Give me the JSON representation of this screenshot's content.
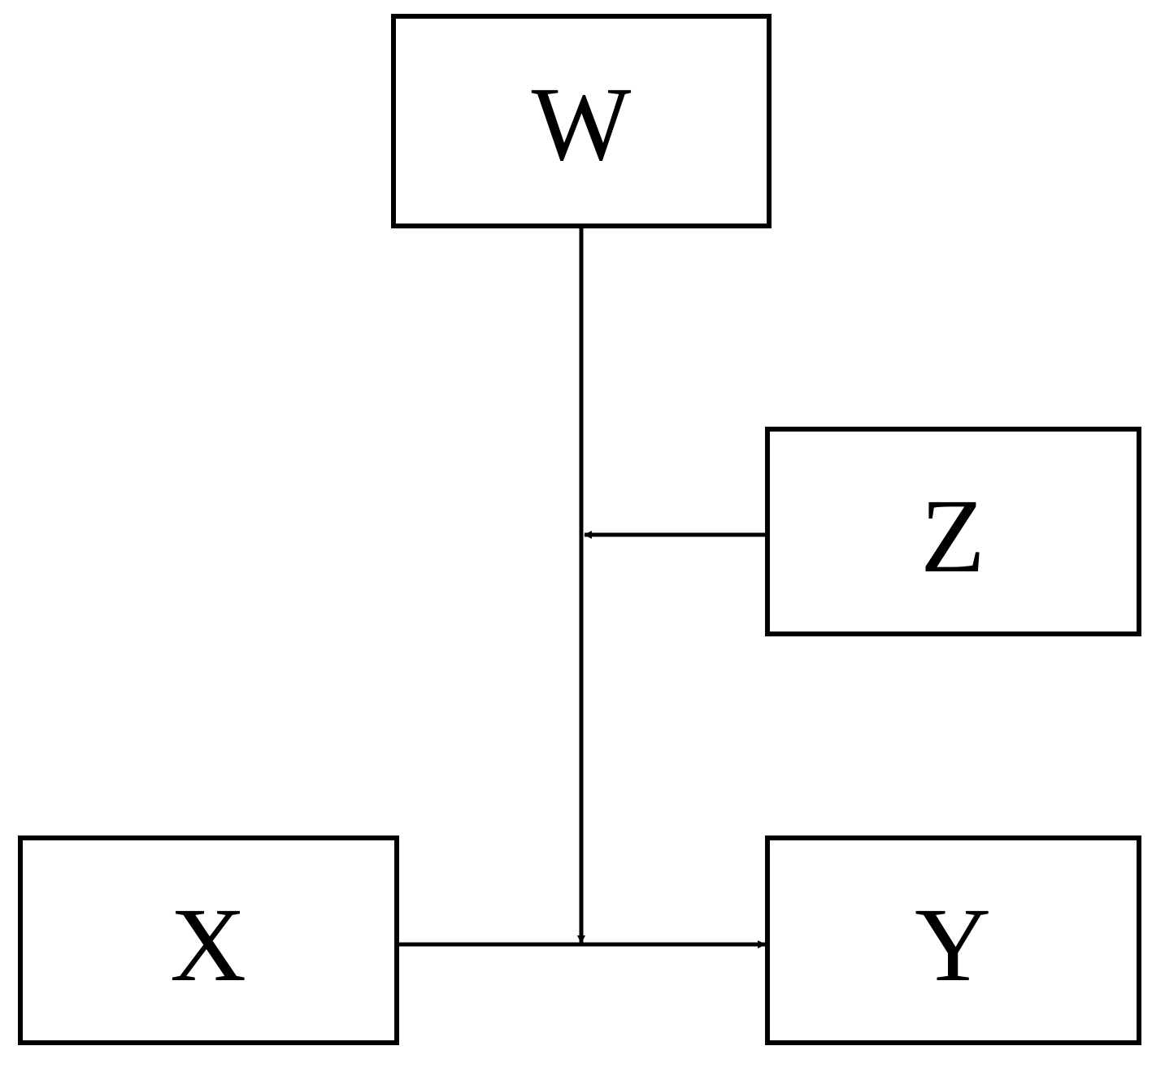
{
  "nodes": {
    "w": {
      "label": "W"
    },
    "z": {
      "label": "Z"
    },
    "x": {
      "label": "X"
    },
    "y": {
      "label": "Y"
    }
  },
  "edges": [
    {
      "from": "w",
      "to": "x-y-path",
      "type": "moderation"
    },
    {
      "from": "z",
      "to": "w-path",
      "type": "moderation"
    },
    {
      "from": "x",
      "to": "y",
      "type": "direct"
    }
  ],
  "colors": {
    "stroke": "#000000",
    "background": "#ffffff"
  }
}
